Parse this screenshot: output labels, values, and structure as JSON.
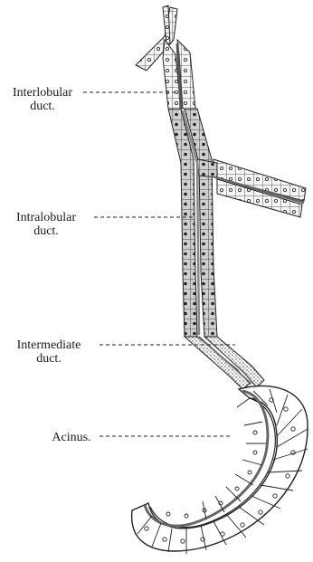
{
  "labels": {
    "interlobular": {
      "line1": "Interlobular",
      "line2": "duct."
    },
    "intralobular": {
      "line1": "Intralobular",
      "line2": "duct."
    },
    "intermediate": {
      "line1": "Intermediate",
      "line2": "duct."
    },
    "acinus": {
      "line1": "Acinus."
    }
  },
  "colors": {
    "ink": "#1a1a1a",
    "cell_fill": "#ffffff",
    "stroke": "#222222"
  }
}
